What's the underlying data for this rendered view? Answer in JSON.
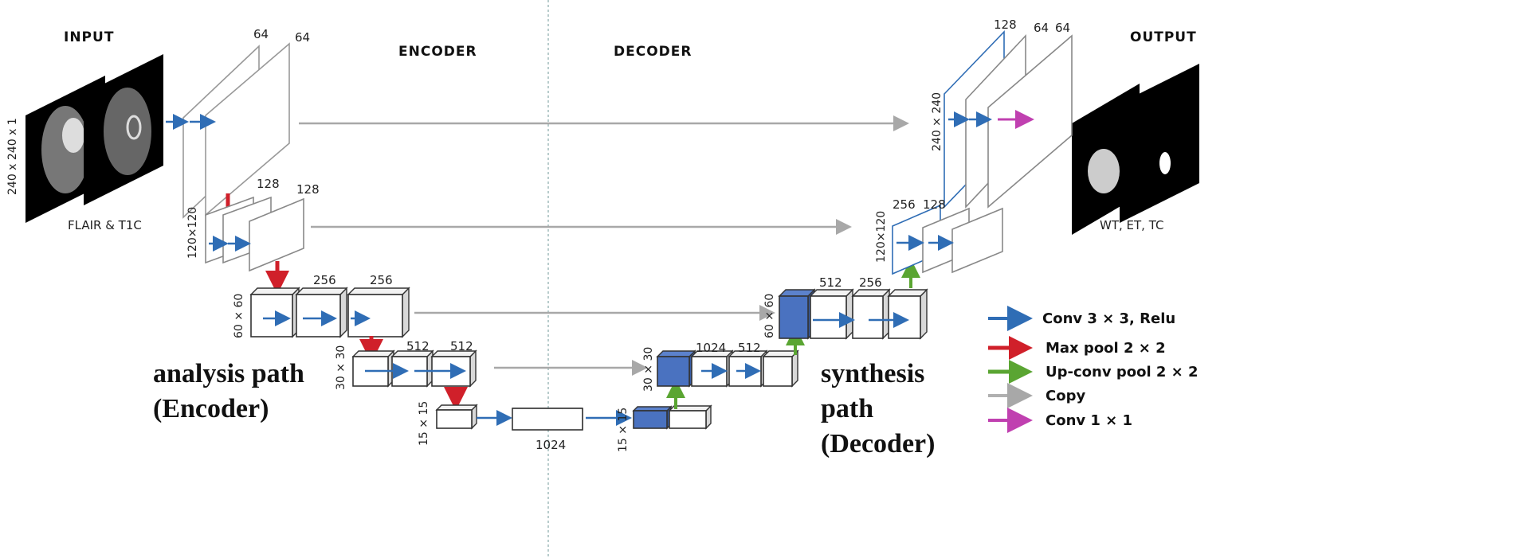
{
  "headers": {
    "input": "INPUT",
    "output": "OUTPUT",
    "encoder": "ENCODER",
    "decoder": "DECODER"
  },
  "input": {
    "dims": "240 x 240 x 1",
    "caption": "FLAIR & T1C"
  },
  "output": {
    "caption": "WT, ET, TC"
  },
  "encoder": {
    "level1": {
      "channels": [
        "64",
        "64"
      ]
    },
    "level2": {
      "channels": [
        "128",
        "128"
      ],
      "dims": "120×120"
    },
    "level3": {
      "channels": [
        "256",
        "256"
      ],
      "dims": "60 × 60"
    },
    "level4": {
      "channels": [
        "512",
        "512"
      ],
      "dims": "30 × 30"
    },
    "level5": {
      "dims": "15 × 15"
    },
    "bottleneck": {
      "channels": "1024"
    }
  },
  "decoder": {
    "level5": {
      "dims": "15 × 15"
    },
    "level4": {
      "channels": [
        "1024",
        "512"
      ],
      "dims": "30 × 30"
    },
    "level3": {
      "channels": [
        "512",
        "256"
      ],
      "dims": "60 × 60"
    },
    "level2": {
      "channels": [
        "256",
        "128"
      ],
      "dims": "120×120"
    },
    "level1": {
      "channels": [
        "128",
        "64",
        "64"
      ],
      "dims": "240 × 240"
    }
  },
  "annotations": {
    "analysis": [
      "analysis path",
      "(Encoder)"
    ],
    "synthesis": [
      "synthesis",
      "path",
      "(Decoder)"
    ]
  },
  "legend": [
    {
      "label": "Conv 3 × 3, Relu",
      "color": "#2f6db5"
    },
    {
      "label": "Max pool 2 × 2",
      "color": "#d0202a"
    },
    {
      "label": "Up-conv pool 2 × 2",
      "color": "#5aa532"
    },
    {
      "label": "Copy",
      "color": "#b0b0b0"
    },
    {
      "label": "Conv 1 × 1",
      "color": "#c040b0"
    }
  ],
  "colors": {
    "conv": "#2f6db5",
    "pool": "#d0202a",
    "upconv": "#5aa532",
    "copy": "#a8a8a8",
    "conv1x1": "#c040b0",
    "concat_fill": "#4a72c0"
  }
}
